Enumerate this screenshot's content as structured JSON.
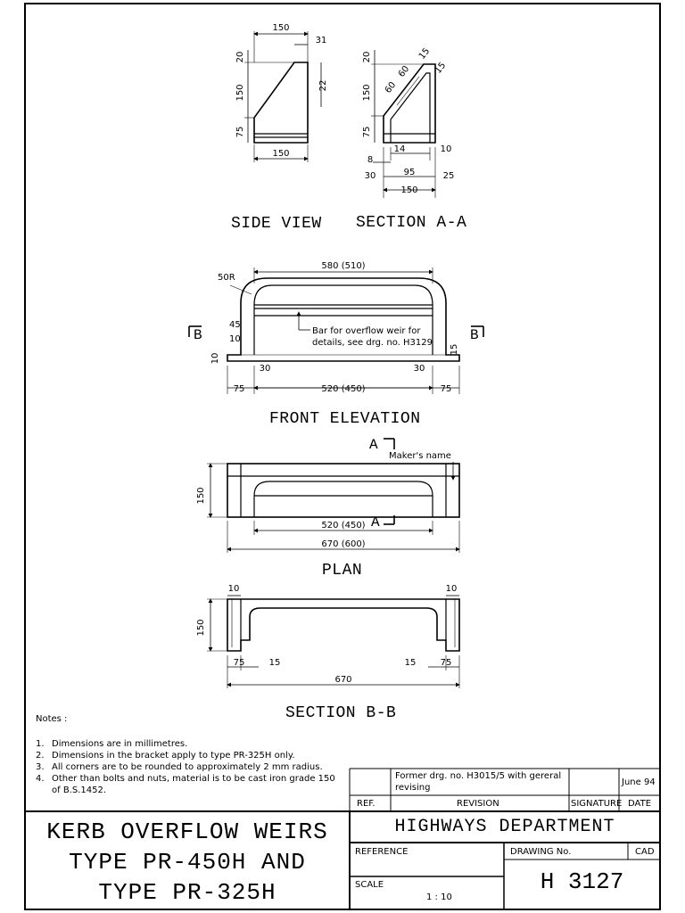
{
  "views": {
    "side_view": "SIDE VIEW",
    "section_aa": "SECTION A-A",
    "front_elevation": "FRONT ELEVATION",
    "plan": "PLAN",
    "section_bb": "SECTION B-B"
  },
  "dimensions": {
    "side": {
      "top_width": "150",
      "chamfer": "31",
      "top_height": "20",
      "mid_height": "150",
      "right_height": "22",
      "bottom_height": "75",
      "base_width": "150"
    },
    "section_aa": {
      "h20": "20",
      "h150": "150",
      "h75": "75",
      "d60a": "60",
      "d60b": "60",
      "d15a": "15",
      "d15b": "15",
      "w14": "14",
      "w10": "10",
      "w8": "8",
      "w30": "30",
      "w95": "95",
      "w25": "25",
      "w150": "150"
    },
    "front": {
      "overall": "580 (510)",
      "radius": "50R",
      "h45": "45",
      "h10": "10",
      "h10b": "10",
      "h15": "15",
      "w30l": "30",
      "w30r": "30",
      "w75l": "75",
      "w520": "520 (450)",
      "w75r": "75",
      "bar_note_1": "Bar for overflow weir for",
      "bar_note_2": "details, see drg. no. H3129",
      "sec_b_left": "B",
      "sec_b_right": "B"
    },
    "plan": {
      "h150": "150",
      "w520": "520 (450)",
      "w670": "670 (600)",
      "makers_name": "Maker's name",
      "sec_a_top": "A",
      "sec_a_bottom": "A"
    },
    "section_bb": {
      "w10l": "10",
      "w10r": "10",
      "h150": "150",
      "w75l": "75",
      "w15l": "15",
      "w15r": "15",
      "w75r": "75",
      "w670": "670"
    }
  },
  "notes": {
    "heading": "Notes :",
    "items": [
      {
        "num": "1.",
        "text": "Dimensions are in millimetres."
      },
      {
        "num": "2.",
        "text": "Dimensions in the bracket apply to type PR-325H only."
      },
      {
        "num": "3.",
        "text": "All corners are to be rounded to approximately 2 mm radius."
      },
      {
        "num": "4.",
        "text": "Other than bolts and nuts, material is to be cast iron grade 150"
      },
      {
        "num": "",
        "text": "of B.S.1452."
      }
    ]
  },
  "revision_table": {
    "revision_text_1": "Former drg. no. H3015/5 with gereral",
    "revision_text_2": "revising",
    "date_value": "June 94",
    "col_ref": "REF.",
    "col_revision": "REVISION",
    "col_signature": "SIGNATURE",
    "col_date": "DATE"
  },
  "title_block": {
    "title_line_1": "KERB OVERFLOW WEIRS",
    "title_line_2": "TYPE PR-450H AND",
    "title_line_3": "TYPE PR-325H",
    "department": "HIGHWAYS DEPARTMENT",
    "reference_label": "REFERENCE",
    "drawing_no_label": "DRAWING No.",
    "cad_label": "CAD",
    "scale_label": "SCALE",
    "scale_value": "1 : 10",
    "drawing_no": "H 3127"
  }
}
